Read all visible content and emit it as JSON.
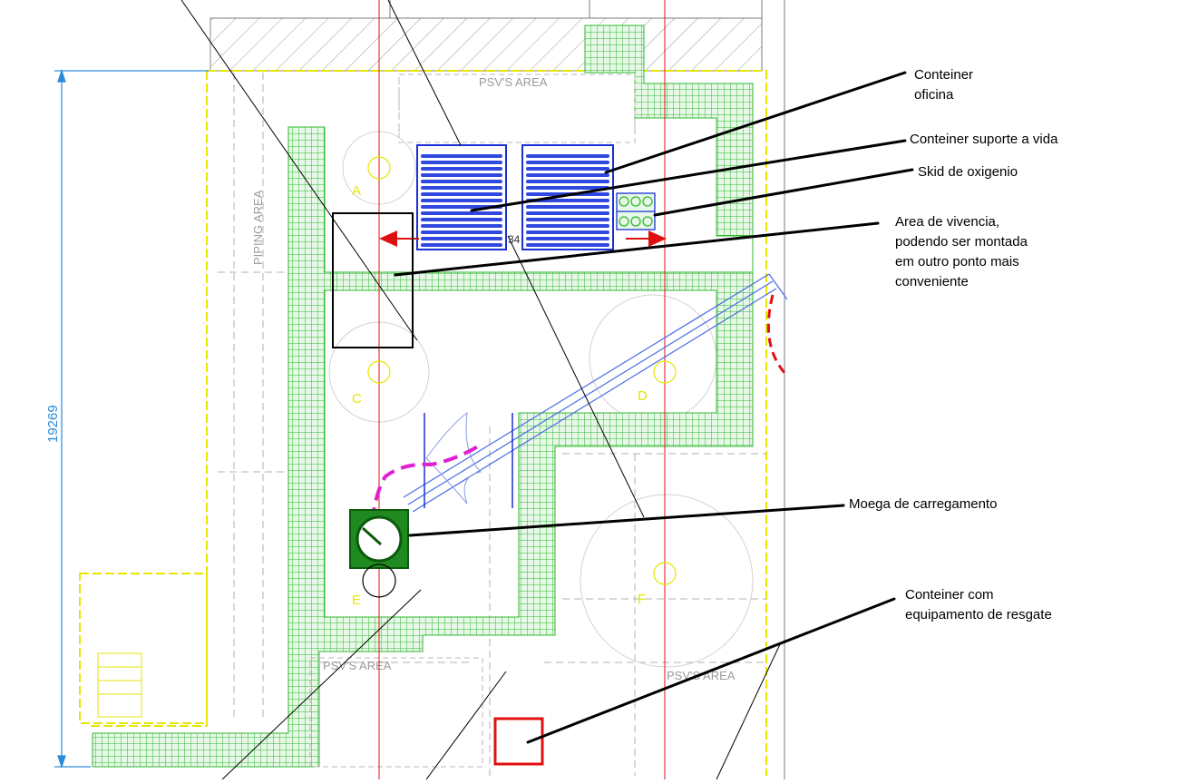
{
  "dimension": {
    "value": "19269"
  },
  "areas": {
    "psv_top": "PSV'S AREA",
    "psv_bottom_left": "PSV'S AREA",
    "psv_bottom_right": "PSV'S AREA",
    "piping": "PIPING AREA",
    "tag_34": "34"
  },
  "markers": {
    "a": "A",
    "c": "C",
    "d": "D",
    "e": "E",
    "f": "F"
  },
  "callouts": {
    "oficina": "Conteiner\noficina",
    "suporte": "Conteiner suporte a vida",
    "oxigenio": "Skid de oxigenio",
    "vivencia": "Area de vivencia,\npodendo ser montada\nem outro ponto mais\nconveniente",
    "moega": "Moega de carregamento",
    "resgate": "Conteiner com\nequipamento de resgate"
  },
  "colors": {
    "grid_fill": "#2fb82f",
    "grid_bg": "#e8f8e8",
    "boundary": "#e6e600",
    "container_blue": "#1a2fd6",
    "arrow_red": "#e01010",
    "magenta": "#e020d0",
    "dim_blue": "#2a8adc"
  }
}
